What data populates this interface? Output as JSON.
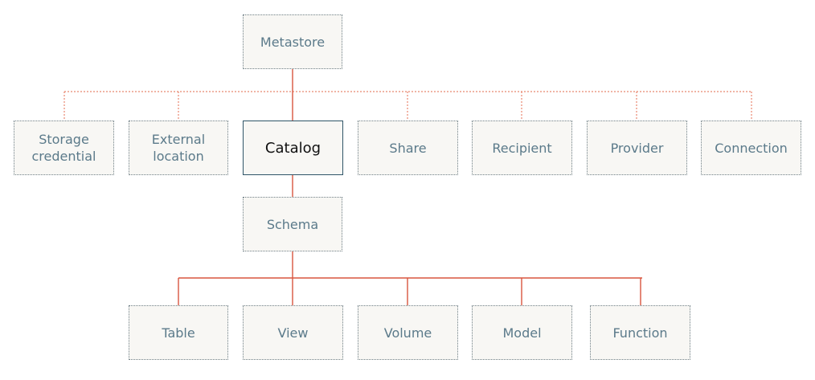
{
  "diagram": {
    "root": {
      "label": "Metastore"
    },
    "level1": [
      {
        "label": "Storage\ncredential"
      },
      {
        "label": "External\nlocation"
      },
      {
        "label": "Catalog",
        "highlight": true
      },
      {
        "label": "Share"
      },
      {
        "label": "Recipient"
      },
      {
        "label": "Provider"
      },
      {
        "label": "Connection"
      }
    ],
    "schema": {
      "label": "Schema"
    },
    "level3": [
      {
        "label": "Table"
      },
      {
        "label": "View"
      },
      {
        "label": "Volume"
      },
      {
        "label": "Model"
      },
      {
        "label": "Function"
      }
    ]
  },
  "colors": {
    "solid_connector": "#d9553f",
    "dotted_connector": "#e8866f",
    "node_fill": "#f8f7f4",
    "node_border": "#6f7f86",
    "highlight_border": "#2f5568",
    "label_text": "#5b7a8a",
    "highlight_text": "#111111"
  }
}
